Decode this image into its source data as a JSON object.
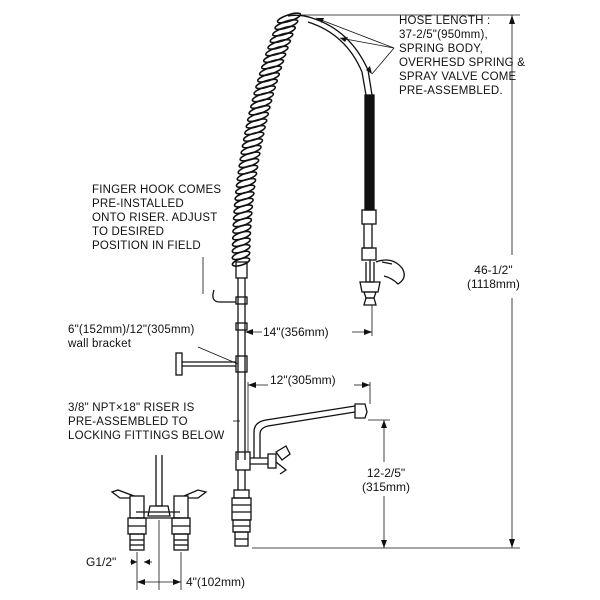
{
  "notes": {
    "hose": [
      "HOSE LENGTH :",
      "37-2/5\"(950mm),",
      "SPRING BODY,",
      "OVERHESD SPRING &",
      "SPRAY VALVE COME",
      "PRE-ASSEMBLED."
    ],
    "finger_hook": [
      "FINGER HOOK COMES",
      "PRE-INSTALLED",
      "ONTO RISER. ADJUST",
      "TO DESIRED",
      "POSITION IN FIELD"
    ],
    "wall_bracket": [
      "6\"(152mm)/12\"(305mm)",
      "wall bracket"
    ],
    "riser": [
      "3/8\" NPT×18\" RISER IS",
      "PRE-ASSEMBLED TO",
      "LOCKING FITTINGS BELOW"
    ]
  },
  "dimensions": {
    "overall_height": [
      "46-1/2\"",
      "(1118mm)"
    ],
    "spray_reach": "14\"(356mm)",
    "faucet_spout": "12\"(305mm)",
    "spout_height": [
      "12-2/5\"",
      "(315mm)"
    ],
    "inlet_thread": "G1/2\"",
    "center_spacing": "4\"(102mm)"
  }
}
